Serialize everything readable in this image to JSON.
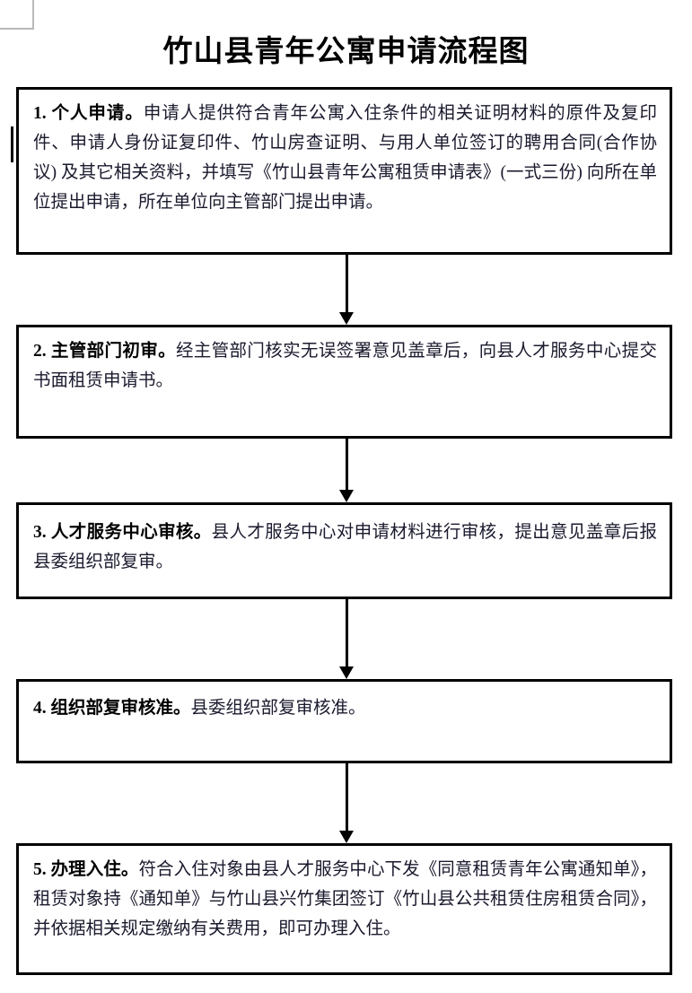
{
  "document": {
    "title": "竹山县青年公寓申请流程图"
  },
  "flowchart": {
    "type": "vertical-flow",
    "orientation": "top-to-bottom",
    "step_count": 5,
    "connector_glyph": "down-arrow",
    "border_color": "#000000",
    "background_color": "#ffffff",
    "text_color": "#1a1a2e",
    "steps": [
      {
        "number": "1.",
        "lead": "1. 个人申请。",
        "body": "申请人提供符合青年公寓入住条件的相关证明材料的原件及复印件、申请人身份证复印件、竹山房查证明、与用人单位签订的聘用合同(合作协议) 及其它相关资料，并填写《竹山县青年公寓租赁申请表》(一式三份) 向所在单位提出申请，所在单位向主管部门提出申请。"
      },
      {
        "number": "2.",
        "lead": "2. 主管部门初审。",
        "body": "经主管部门核实无误签署意见盖章后，向县人才服务中心提交书面租赁申请书。"
      },
      {
        "number": "3.",
        "lead": "3. 人才服务中心审核。",
        "body": "县人才服务中心对申请材料进行审核，提出意见盖章后报县委组织部复审。"
      },
      {
        "number": "4.",
        "lead": "4. 组织部复审核准。",
        "body": "县委组织部复审核准。"
      },
      {
        "number": "5.",
        "lead": "5. 办理入住。",
        "body": "符合入住对象由县人才服务中心下发《同意租赁青年公寓通知单》，租赁对象持《通知单》与竹山县兴竹集团签订《竹山县公共租赁住房租赁合同》，并依据相关规定缴纳有关费用，即可办理入住。"
      }
    ],
    "connector_labels": [
      "",
      "",
      "",
      ""
    ]
  }
}
